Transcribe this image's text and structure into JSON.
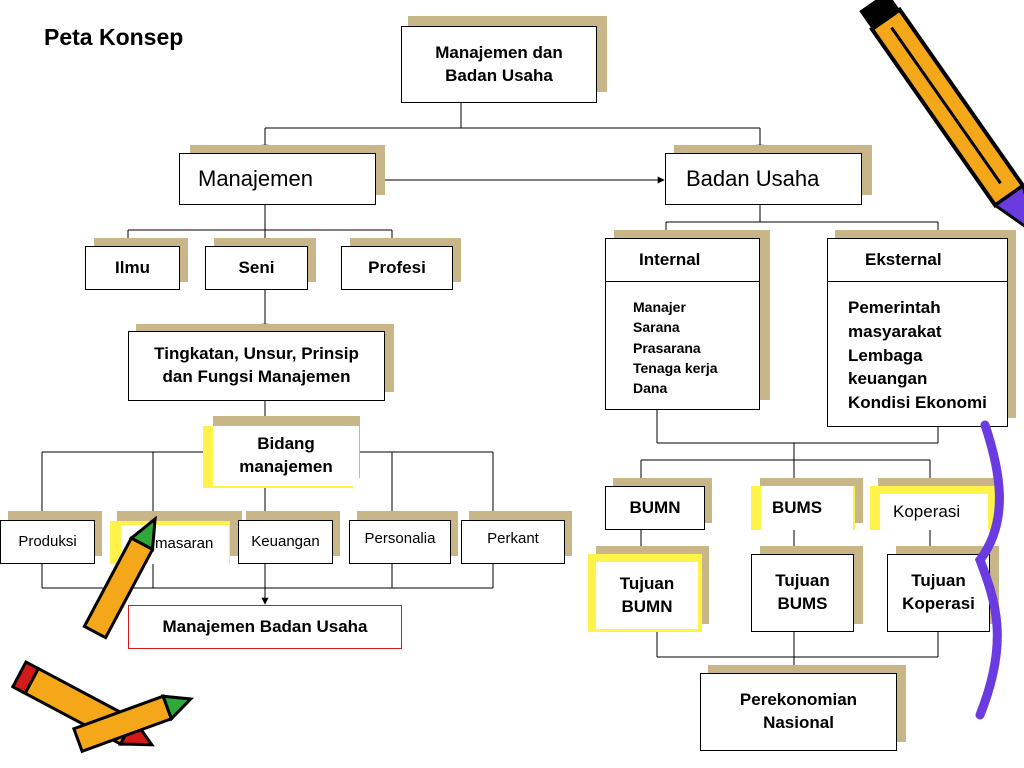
{
  "title": "Peta Konsep",
  "nodes": {
    "root": [
      "Manajemen dan",
      "Badan Usaha"
    ],
    "manajemen": "Manajemen",
    "badan_usaha": "Badan Usaha",
    "ilmu": "Ilmu",
    "seni": "Seni",
    "profesi": "Profesi",
    "tingkatan": [
      "Tingkatan, Unsur, Prinsip",
      "dan Fungsi Manajemen"
    ],
    "bidang": [
      "Bidang",
      "manajemen"
    ],
    "produksi": "Produksi",
    "pemasaran": "Pemasaran",
    "keuangan": "Keuangan",
    "personalia": "Personalia",
    "perkant": "Perkant",
    "manajemen_badan_usaha": "Manajemen Badan Usaha",
    "internal": {
      "title": "Internal",
      "items": [
        "Manajer",
        "Sarana",
        "Prasarana",
        "Tenaga kerja",
        "Dana"
      ]
    },
    "eksternal": {
      "title": "Eksternal",
      "items": [
        "Pemerintah",
        "masyarakat",
        "Lembaga",
        "keuangan",
        "Kondisi Ekonomi"
      ]
    },
    "bumn": "BUMN",
    "bums": "BUMS",
    "koperasi": "Koperasi",
    "tujuan_bumn": [
      "Tujuan",
      "BUMN"
    ],
    "tujuan_bums": [
      "Tujuan",
      "BUMS"
    ],
    "tujuan_koperasi": [
      "Tujuan",
      "Koperasi"
    ],
    "perekonomian": [
      "Perekonomian",
      "Nasional"
    ]
  },
  "colors": {
    "shadow": "#c8b588",
    "highlight": "#fff34a",
    "border": "#000000",
    "red_border": "#d21a1a"
  },
  "icons": [
    "pencil-icon",
    "crayon-icon"
  ]
}
